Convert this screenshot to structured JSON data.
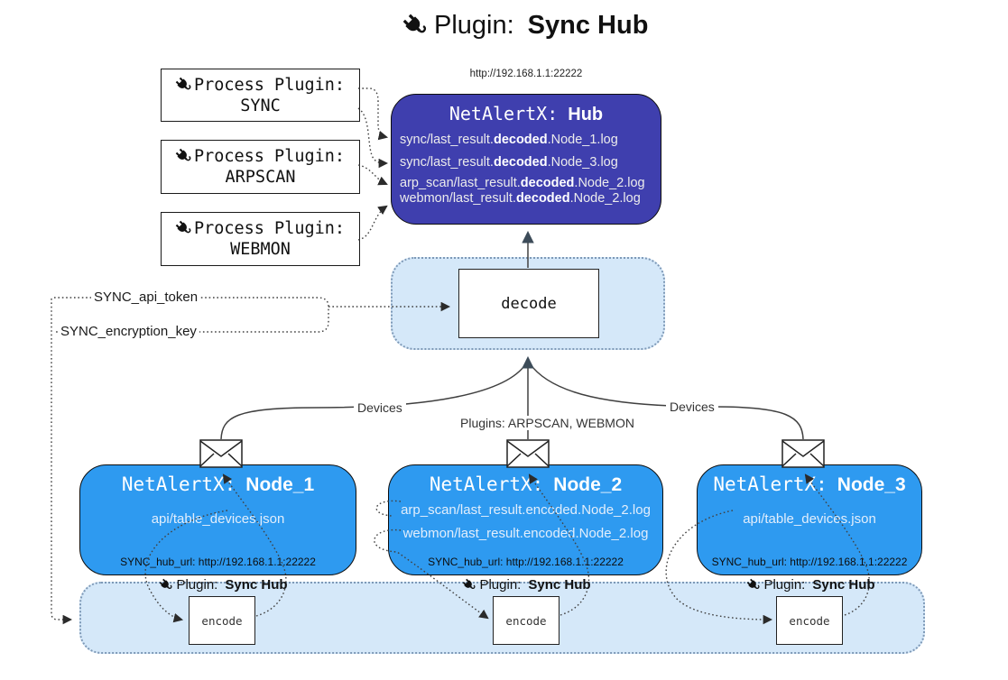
{
  "title": {
    "prefix": "Plugin:",
    "name": "Sync Hub"
  },
  "hub_url_label": "http://192.168.1.1:22222",
  "process_plugins": [
    {
      "label": "Process Plugin:",
      "name": "SYNC"
    },
    {
      "label": "Process Plugin:",
      "name": "ARPSCAN"
    },
    {
      "label": "Process Plugin:",
      "name": "WEBMON"
    }
  ],
  "hub": {
    "title_prefix": "NetAlertX:",
    "title_name": "Hub",
    "logs": [
      {
        "pre": "sync/last_result.",
        "bold": "decoded",
        "post": ".Node_1.log"
      },
      {
        "pre": "sync/last_result.",
        "bold": "decoded",
        "post": ".Node_3.log"
      },
      {
        "pre": "arp_scan/last_result.",
        "bold": "decoded",
        "post": ".Node_2.log"
      },
      {
        "pre": "webmon/last_result.",
        "bold": "decoded",
        "post": ".Node_2.log"
      }
    ]
  },
  "decode": {
    "label": "decode"
  },
  "config": {
    "api_token": "SYNC_api_token",
    "encryption_key": "SYNC_encryption_key"
  },
  "edges": {
    "devices_left": "Devices",
    "plugins_middle": "Plugins: ARPSCAN, WEBMON",
    "devices_right": "Devices"
  },
  "nodes": [
    {
      "title_prefix": "NetAlertX:",
      "title_name": "Node_1",
      "files": [
        "api/table_devices.json"
      ],
      "hub_url": "SYNC_hub_url: http://192.168.1.1:22222"
    },
    {
      "title_prefix": "NetAlertX:",
      "title_name": "Node_2",
      "files": [
        "arp_scan/last_result.encoded.Node_2.log",
        "webmon/last_result.encoded.Node_2.log"
      ],
      "hub_url": "SYNC_hub_url: http://192.168.1.1:22222"
    },
    {
      "title_prefix": "NetAlertX:",
      "title_name": "Node_3",
      "files": [
        "api/table_devices.json"
      ],
      "hub_url": "SYNC_hub_url: http://192.168.1.1:22222"
    }
  ],
  "encoders": {
    "plugin_prefix": "Plugin:",
    "plugin_name": "Sync Hub",
    "label": "encode"
  },
  "colors": {
    "hub_bg": "#3F3FAE",
    "node_bg": "#2E9AF0",
    "container_bg": "#D5E8F9",
    "container_border": "#7E99B7",
    "line": "#404040",
    "arrow_dark": "#3D4C59"
  }
}
